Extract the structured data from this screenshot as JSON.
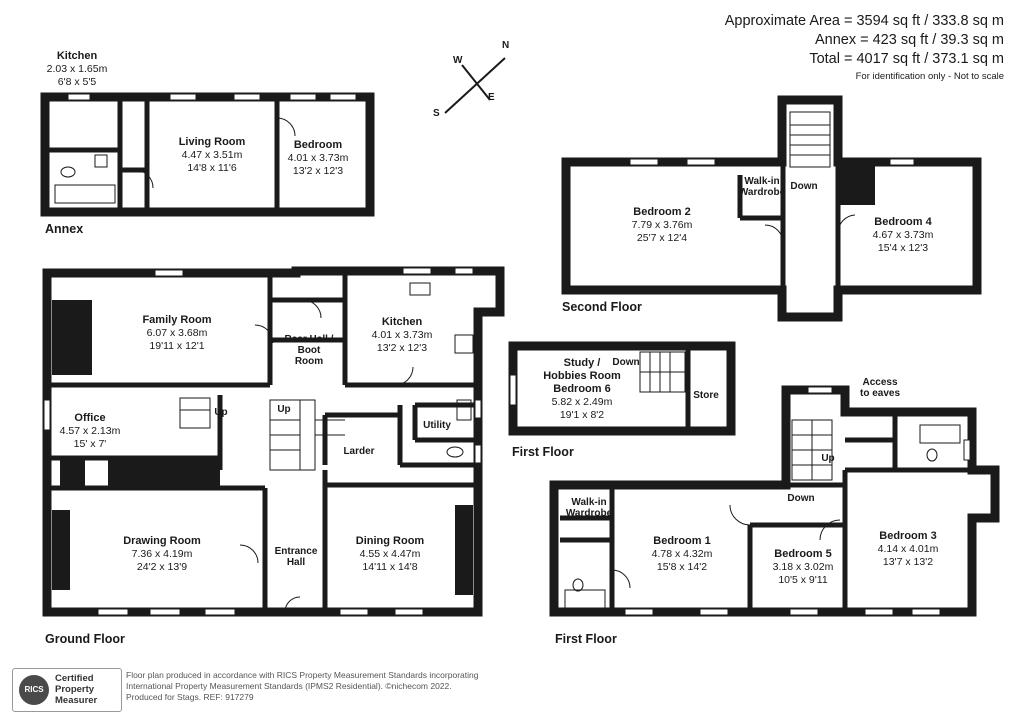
{
  "summary": {
    "approx_area": "Approximate Area = 3594 sq ft / 333.8 sq m",
    "annex": "Annex = 423 sq ft / 39.3 sq m",
    "total": "Total = 4017 sq ft / 373.1 sq m",
    "disclaimer": "For identification only - Not to scale"
  },
  "compass": {
    "n": "N",
    "e": "E",
    "s": "S",
    "w": "W"
  },
  "floors": {
    "annex": "Annex",
    "ground": "Ground Floor",
    "first": "First Floor",
    "first_study": "First Floor",
    "second": "Second Floor"
  },
  "rooms": {
    "annex_kitchen": {
      "name": "Kitchen",
      "metric": "2.03 x 1.65m",
      "imperial": "6'8 x 5'5"
    },
    "annex_living": {
      "name": "Living Room",
      "metric": "4.47 x 3.51m",
      "imperial": "14'8 x 11'6"
    },
    "annex_bedroom": {
      "name": "Bedroom",
      "metric": "4.01 x 3.73m",
      "imperial": "13'2 x 12'3"
    },
    "family": {
      "name": "Family Room",
      "metric": "6.07 x 3.68m",
      "imperial": "19'11 x 12'1"
    },
    "kitchen": {
      "name": "Kitchen",
      "metric": "4.01 x 3.73m",
      "imperial": "13'2 x 12'3"
    },
    "office": {
      "name": "Office",
      "metric": "4.57 x 2.13m",
      "imperial": "15' x 7'"
    },
    "drawing": {
      "name": "Drawing Room",
      "metric": "7.36 x 4.19m",
      "imperial": "24'2 x 13'9"
    },
    "dining": {
      "name": "Dining Room",
      "metric": "4.55 x 4.47m",
      "imperial": "14'11 x 14'8"
    },
    "study": {
      "name1": "Study /",
      "name2": "Hobbies Room",
      "name3": "Bedroom 6",
      "metric": "5.82 x 2.49m",
      "imperial": "19'1 x 8'2"
    },
    "bed2": {
      "name": "Bedroom 2",
      "metric": "7.79 x 3.76m",
      "imperial": "25'7 x 12'4"
    },
    "bed4": {
      "name": "Bedroom 4",
      "metric": "4.67 x 3.73m",
      "imperial": "15'4 x 12'3"
    },
    "bed1": {
      "name": "Bedroom 1",
      "metric": "4.78 x 4.32m",
      "imperial": "15'8 x 14'2"
    },
    "bed5": {
      "name": "Bedroom 5",
      "metric": "3.18 x 3.02m",
      "imperial": "10'5 x 9'11"
    },
    "bed3": {
      "name": "Bedroom 3",
      "metric": "4.14 x 4.01m",
      "imperial": "13'7 x 13'2"
    }
  },
  "small_labels": {
    "rear_hall_1": "Rear Hall /",
    "rear_hall_2": "Boot",
    "rear_hall_3": "Room",
    "larder": "Larder",
    "utility": "Utility",
    "entrance_1": "Entrance",
    "entrance_2": "Hall",
    "up_office": "Up",
    "up_hall": "Up",
    "walkin_second_1": "Walk-in",
    "walkin_second_2": "Wardrobe",
    "down_second": "Down",
    "down_study": "Down",
    "store": "Store",
    "walkin_first_1": "Walk-in",
    "walkin_first_2": "Wardrobe",
    "up_first": "Up",
    "down_first": "Down",
    "access_eaves_1": "Access",
    "access_eaves_2": "to eaves"
  },
  "footer": {
    "badge_logo": "RICS",
    "badge_line1": "Certified",
    "badge_line2": "Property",
    "badge_line3": "Measurer",
    "line1": "Floor plan produced in accordance with RICS Property Measurement Standards incorporating",
    "line2": "International Property Measurement Standards (IPMS2 Residential).  ©nichecom 2022.",
    "line3": "Produced for Stags.   REF: 917279"
  },
  "colors": {
    "wall": "#1a1a1a",
    "floor": "#ffffff"
  }
}
